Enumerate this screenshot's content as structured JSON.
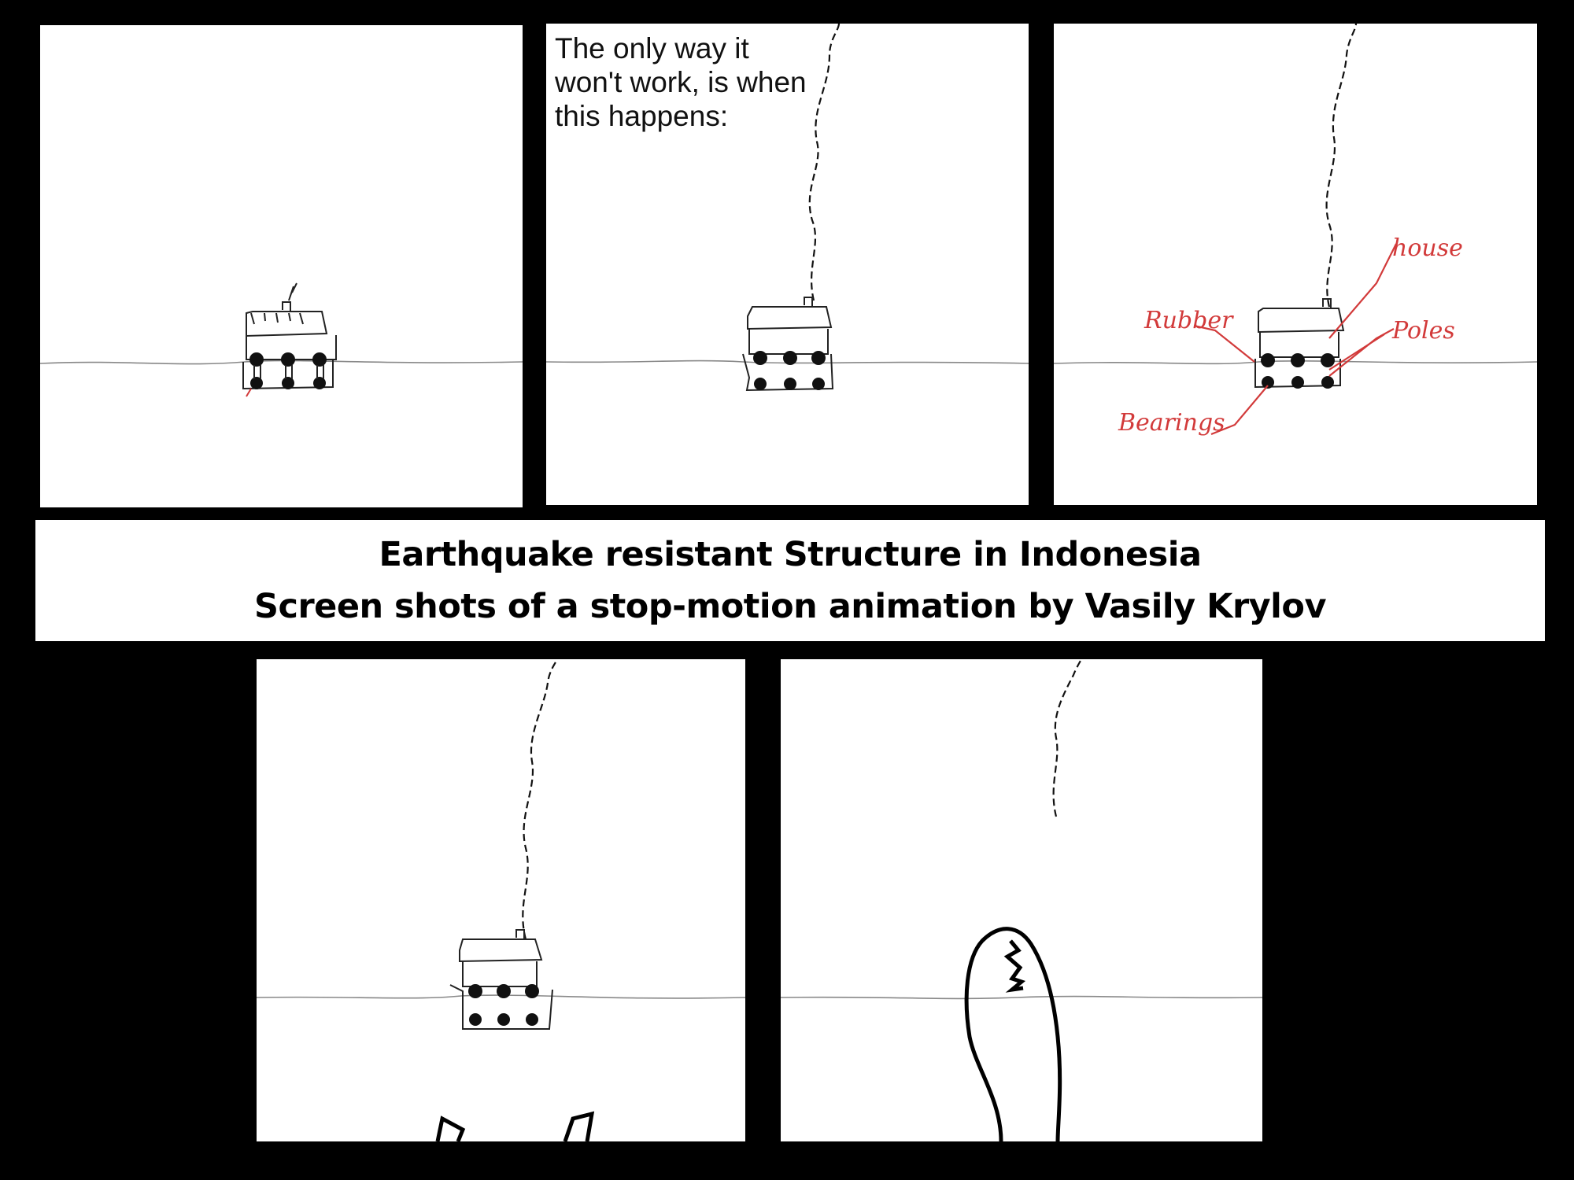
{
  "caption": {
    "line1": "Earthquake resistant Structure in Indonesia",
    "line2": "Screen shots of a stop-motion animation by Vasily Krylov"
  },
  "frames": [
    {
      "id": "frame-1",
      "text": ""
    },
    {
      "id": "frame-2",
      "text": "The only way it won't work, is when this happens:"
    },
    {
      "id": "frame-3",
      "labels": [
        "house",
        "Rubber",
        "Poles",
        "Bearings"
      ]
    },
    {
      "id": "frame-4",
      "text": ""
    },
    {
      "id": "frame-5",
      "text": ""
    }
  ],
  "colors": {
    "background": "#000000",
    "panel": "#ffffff",
    "annotation": "#d23a3a",
    "ink": "#111111"
  }
}
